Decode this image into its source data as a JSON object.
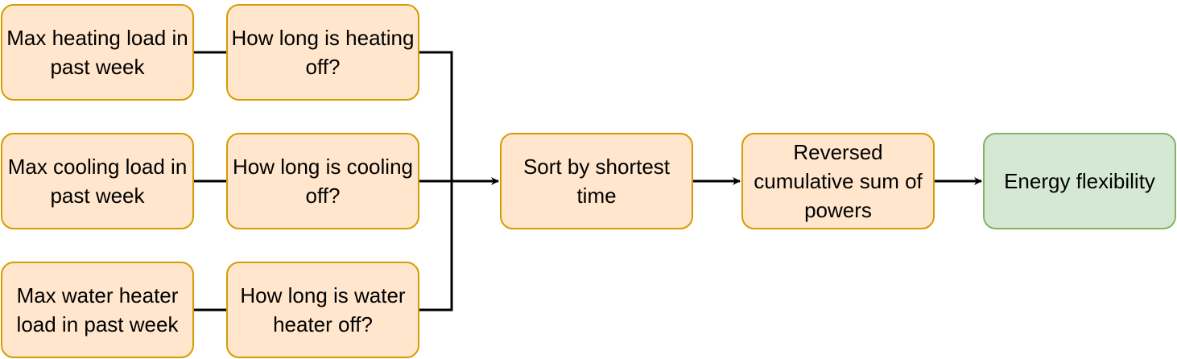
{
  "colors": {
    "process_fill": "#ffe6cc",
    "process_border": "#d79b00",
    "result_fill": "#d5e8d4",
    "result_border": "#82b366",
    "connector": "#000000"
  },
  "nodes": {
    "heating_load": "Max heating load in past week",
    "heating_off": "How long is heating off?",
    "cooling_load": "Max cooling load in past week",
    "cooling_off": "How long is cooling off?",
    "water_load": "Max water heater load in past week",
    "water_off": "How long is water heater off?",
    "sort": "Sort by shortest time",
    "cumsum": "Reversed cumulative sum of powers",
    "flexibility": "Energy flexibility"
  }
}
